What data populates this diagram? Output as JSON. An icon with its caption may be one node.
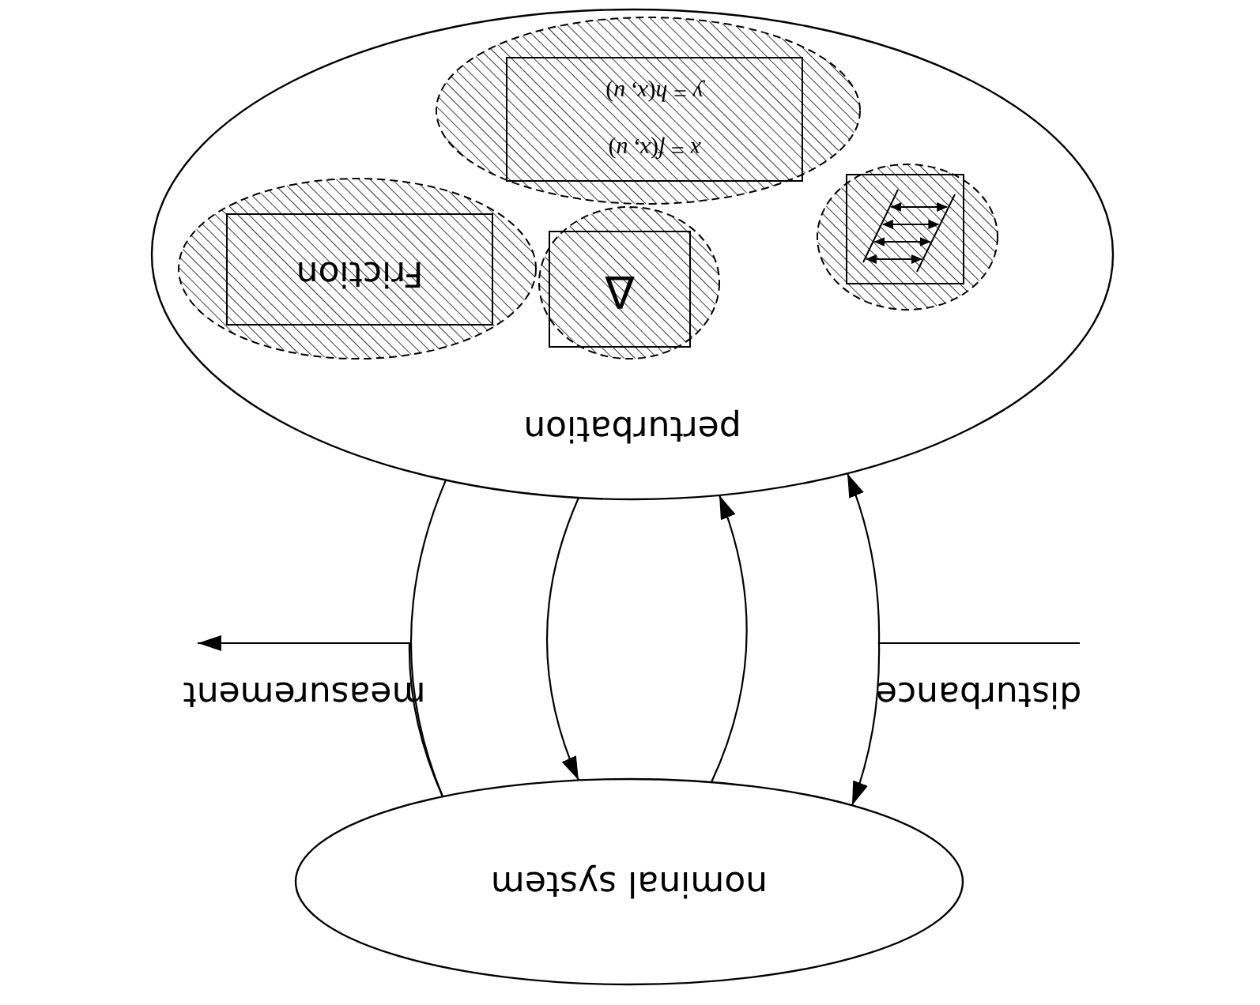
{
  "diagram": {
    "nodes": [
      {
        "text": [
          "perturbation"
        ]
      },
      {
        "text": [],
        "shape": "ellipse",
        "in": 0
      },
      {
        "text": [
          "*x* = *f*(*x*, *u*)",
          "*y* = *h*(*x*, *u*)"
        ],
        "in": 1
      },
      {
        "text": [],
        "shape": "ellipse",
        "in": 0
      },
      {
        "text": [
          "Friction"
        ],
        "in": 3
      },
      {
        "text": [],
        "shape": "ellipse",
        "in": 0
      },
      {
        "text": [
          "Δ"
        ],
        "in": 5
      },
      {
        "text": [],
        "shape": "ellipse",
        "in": 0
      },
      {
        "text": [],
        "shape": "picture",
        "in": 7
      },
      {
        "text": [
          "nominal system"
        ]
      },
      {
        "text": [
          "measurement"
        ]
      },
      {
        "text": [
          "disturbance"
        ]
      }
    ],
    "edges": [
      {
        "from": 0,
        "to": 9,
        "arrow": "none"
      },
      {
        "from": 9,
        "to": 10,
        "arrow": "to"
      },
      {
        "from": 0,
        "to": 9,
        "arrow": "to"
      },
      {
        "from": 9,
        "to": 0,
        "arrow": "to"
      },
      {
        "from": 11,
        "to": 0,
        "arrow": "to"
      },
      {
        "from": 11,
        "to": 9,
        "arrow": "to"
      }
    ]
  }
}
